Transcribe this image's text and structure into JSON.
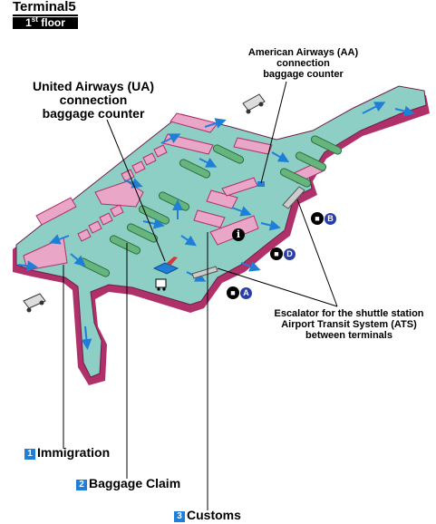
{
  "header": {
    "terminal": "Terminal5",
    "floor_number": "1",
    "floor_suffix": "st",
    "floor_word": "floor"
  },
  "callouts": {
    "united_line1": "United Airways (UA)",
    "united_line2": "connection",
    "united_line3": "baggage counter",
    "american_line1": "American Airways (AA)",
    "american_line2": "connection",
    "american_line3": "baggage counter",
    "escalator_line1": "Escalator for the shuttle station",
    "escalator_line2": "Airport Transit System (ATS)",
    "escalator_line3": "between terminals"
  },
  "legend": [
    {
      "number": "1",
      "label": "Immigration"
    },
    {
      "number": "2",
      "label": "Baggage Claim"
    },
    {
      "number": "3",
      "label": "Customs"
    }
  ],
  "bus_stops": [
    {
      "letter": "A",
      "icon": "bus-icon"
    },
    {
      "letter": "B",
      "icon": "bus-icon"
    },
    {
      "letter": "D",
      "icon": "bus-icon"
    }
  ],
  "icons": [
    "information-icon",
    "bus-icon",
    "luggage-cart-icon",
    "escalator-icon",
    "direction-arrow-icon",
    "taxi-van-icon"
  ],
  "colors": {
    "floor": "#8ecfc5",
    "wall": "#b0306a",
    "counter": "#e9a6c6",
    "carousel": "#66b57d",
    "arrow": "#1f7fd6",
    "legend_number": "#1f7fd6",
    "bus_letter": "#2b3ea8"
  }
}
